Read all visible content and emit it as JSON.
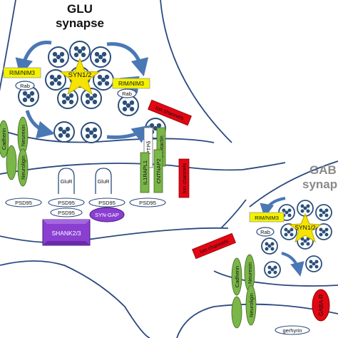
{
  "glu_title": [
    "GLU",
    "synapse"
  ],
  "gaba_title": [
    "GAB",
    "synap"
  ],
  "labels": {
    "syn_glu": "SYN1/2",
    "syn_gaba": "SYN1/2",
    "rim_left": "RIM/NIM3",
    "rim_right": "RIM/NIM3",
    "rim_gaba": "RIM/NIM3",
    "rab_left": "Rab",
    "rab_right": "Rab",
    "rab_gaba": "Rab",
    "ion_channels_top": "Ion channels",
    "ion_channels_gaba": "Ion channels",
    "ion_channels_right": "Ion channels",
    "ptpd": "PTPδ",
    "contactin": "Contactin",
    "cntnap2": "CNTNAP2",
    "il1rapl1": "IL1RAPL1",
    "cadherin_glu": "Cadherin",
    "neurexin_glu": "Neurexin",
    "neuroligin_glu": "Neuroligin",
    "glur_left": "GluR",
    "glur_right": "GluR",
    "psd95_1": "PSD95",
    "psd95_2": "PSD95",
    "psd95_3": "PSD95",
    "psd95_4": "PSD95",
    "psd95_5": "PSD95",
    "shank": "SHANK2/3",
    "syngap": "SYN-GAP",
    "cadherin_gaba": "Cadherin",
    "neurexin_gaba": "Neurexin",
    "neuroligin_gaba": "Neuroligin",
    "gabar": "GABA-R",
    "gephyrin": "gerhyrin"
  },
  "colors": {
    "vesicle": "#2b4f7a",
    "arrow": "#4a78b5",
    "rim": "#f3f300",
    "star": "#f4e400",
    "green": "#7ab648",
    "red": "#e30613",
    "purple": "#8a3fd1",
    "line": "#2b4a80"
  }
}
